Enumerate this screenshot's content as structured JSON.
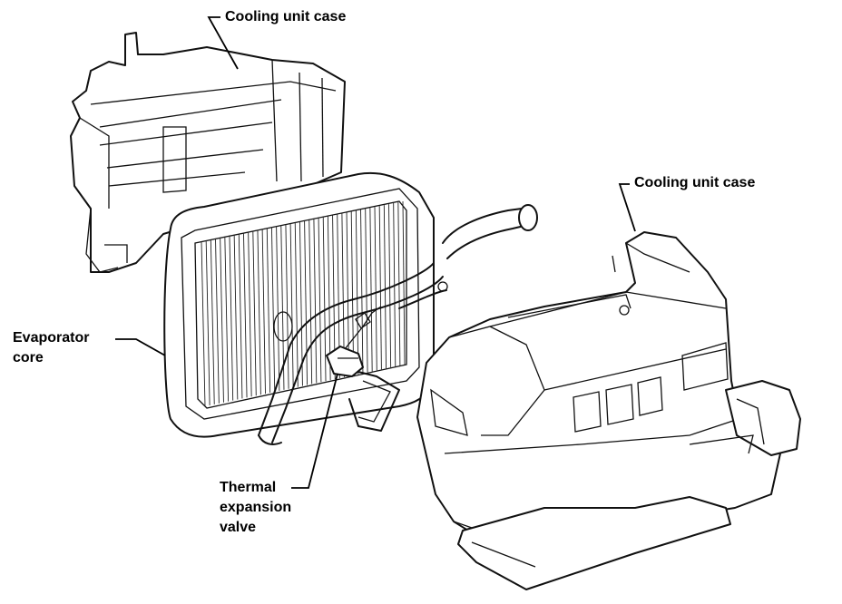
{
  "labels": {
    "cooling_unit_case_upper": "Cooling unit case",
    "cooling_unit_case_right": "Cooling unit case",
    "evaporator_core": [
      "Evaporator",
      "core"
    ],
    "thermal_expansion_valve": [
      "Thermal",
      "expansion",
      "valve"
    ]
  }
}
